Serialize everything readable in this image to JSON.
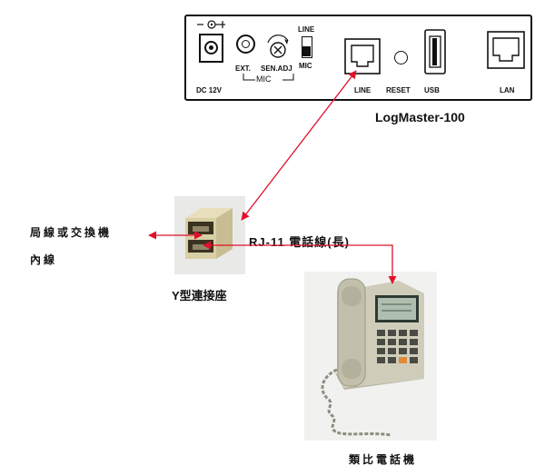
{
  "device": {
    "name": "LogMaster-100",
    "panel": {
      "dc_label": "DC 12V",
      "ext_label": "EXT.",
      "sen_adj_label": "SEN.ADJ",
      "mic_group_label": "MIC",
      "switch_top_label": "LINE",
      "switch_bottom_label": "MIC",
      "line_port_label": "LINE",
      "reset_label": "RESET",
      "usb_label": "USB",
      "lan_label": "LAN"
    }
  },
  "external_line_label_1": "局線或交換機",
  "external_line_label_2": "內線",
  "y_connector_label": "Y型連接座",
  "cable_label": "RJ-11 電話線(長)",
  "phone_label": "類比電話機",
  "colors": {
    "connection": "#e0102a",
    "adapter": "#d9cfa6",
    "phone": "#c9c7b4"
  }
}
